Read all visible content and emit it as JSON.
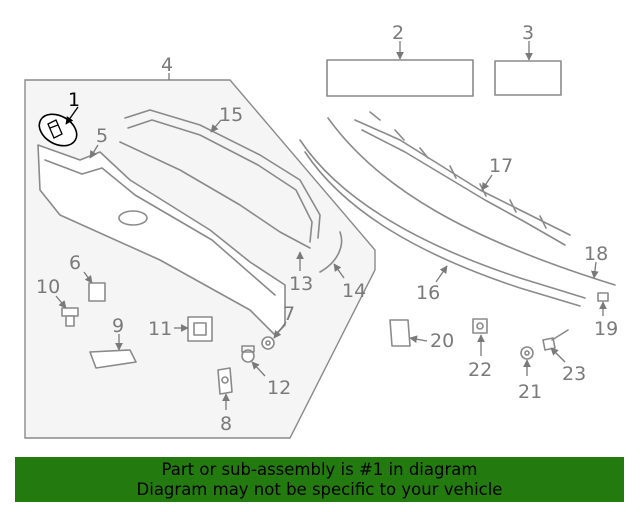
{
  "callouts": {
    "c1": "1",
    "c2": "2",
    "c3": "3",
    "c4": "4",
    "c5": "5",
    "c6": "6",
    "c7": "7",
    "c8": "8",
    "c9": "9",
    "c10": "10",
    "c11": "11",
    "c12": "12",
    "c13": "13",
    "c14": "14",
    "c15": "15",
    "c16": "16",
    "c17": "17",
    "c18": "18",
    "c19": "19",
    "c20": "20",
    "c21": "21",
    "c22": "22",
    "c23": "23"
  },
  "banner": {
    "line1": "Part or sub-assembly is #1 in diagram",
    "line2": "Diagram may not be specific to your vehicle"
  },
  "colors": {
    "banner_bg": "#237a0f",
    "highlight_callout": "#000000",
    "callout": "#7a7a7a",
    "line_art": "#8a8a8a",
    "assembly_box_fill": "#f5f5f5"
  }
}
